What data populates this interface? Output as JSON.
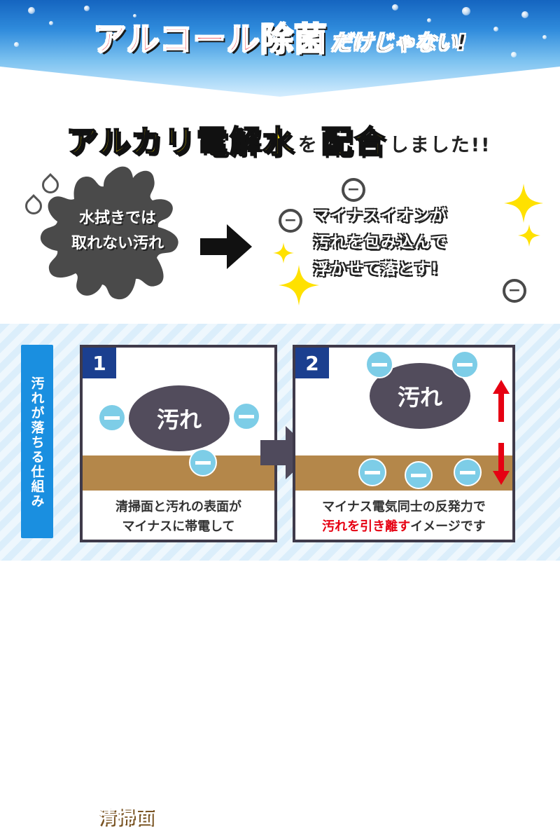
{
  "banner": {
    "title_red": "アルコール除菌",
    "title_dark": "だけじゃない!"
  },
  "headline": {
    "part1": "アルカリ電解水",
    "part2": "を",
    "part3": "配合",
    "part4": "しました!!"
  },
  "before": {
    "line1": "水拭きでは",
    "line2": "取れない汚れ"
  },
  "after": {
    "line1": "マイナスイオンが",
    "line2": "汚れを包み込んで",
    "line3": "浮かせて落とす!"
  },
  "ion_symbol": "⊖",
  "section": {
    "side_label": "汚れが落ちる仕組み",
    "step1": {
      "number": "1",
      "dirt": "汚れ",
      "surface": "清掃面",
      "caption_line1": "清掃面と汚れの表面が",
      "caption_line2": "マイナスに帯電して"
    },
    "step2": {
      "number": "2",
      "dirt": "汚れ",
      "caption_line1": "マイナス電気同士の反発力で",
      "caption_red": "汚れを引き離す",
      "caption_rest": "イメージです"
    }
  },
  "colors": {
    "accent_red": "#e60012",
    "headline_yellow": "#ffe000",
    "tab_blue": "#1a8fe0",
    "number_navy": "#1b3f8f",
    "dirt": "#524c5c",
    "ion_blue": "#7dcde7",
    "surface_brown": "#b4874a"
  }
}
